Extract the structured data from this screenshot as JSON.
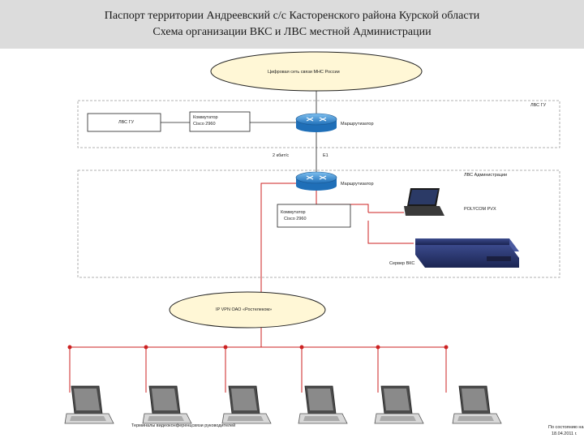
{
  "header": {
    "line1": "Паспорт территории Андреевский с/с Касторенского района Курской области",
    "line2": "Схема организации ВКС и ЛВС местной Администрации"
  },
  "nodes": {
    "cloud_top": "Цифровая сеть связи МНС России",
    "zone1_label": "ЛВС ГУ",
    "lvs_gu_box": "ЛВС ГУ",
    "switch1": [
      "Коммутатор",
      "Cisco 2960"
    ],
    "router1": "Маршрутизатор",
    "link_speed": "2 кбит/с",
    "link_type": "E1",
    "zone2_label": "ЛВС Администрации",
    "router2": "Маршрутизатор",
    "polycom": "POLYCOM PVX",
    "switch2": [
      "Коммутатор",
      "Cisco 2960"
    ],
    "server": "Сервер ВКС",
    "cloud_bottom": "IP VPN ОАО «Ростелеком»",
    "terminals": "Терминалы видеоконференцсвязи руководителей",
    "footer_note": [
      "По состоянию на",
      "18.04.2011 г."
    ]
  },
  "colors": {
    "red_line": "#cc2222",
    "cloud_fill": "#fff7d6",
    "router_blue": "#3a8fd6"
  }
}
